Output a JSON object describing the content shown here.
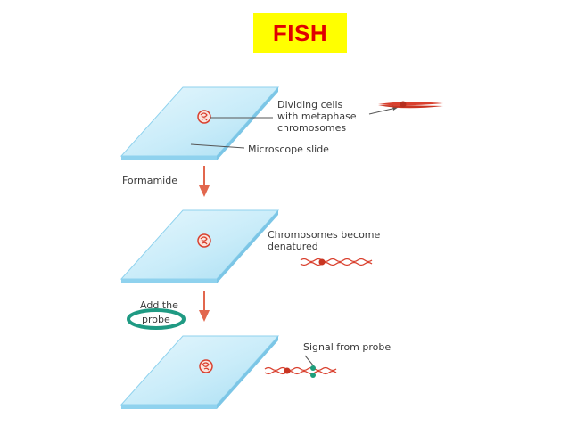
{
  "title": "FISH",
  "labels": {
    "dividing_cells": [
      "Dividing cells",
      "with metaphase",
      "chromosomes"
    ],
    "microscope_slide": "Microscope slide",
    "formamide": "Formamide",
    "chromosomes_denatured": [
      "Chromosomes become",
      "denatured"
    ],
    "add_the": "Add the",
    "probe": "probe",
    "signal_from_probe": "Signal from probe"
  },
  "colors": {
    "title_bg": "#ffff00",
    "title_text": "#e00000",
    "arrow": "#e2674e",
    "chromosome": "#d9402e",
    "probe_ring": "#1f9a83",
    "signal_dot": "#1e9e7c",
    "slide_face": "#cfeef9",
    "slide_edge": "#8fd2ee"
  }
}
